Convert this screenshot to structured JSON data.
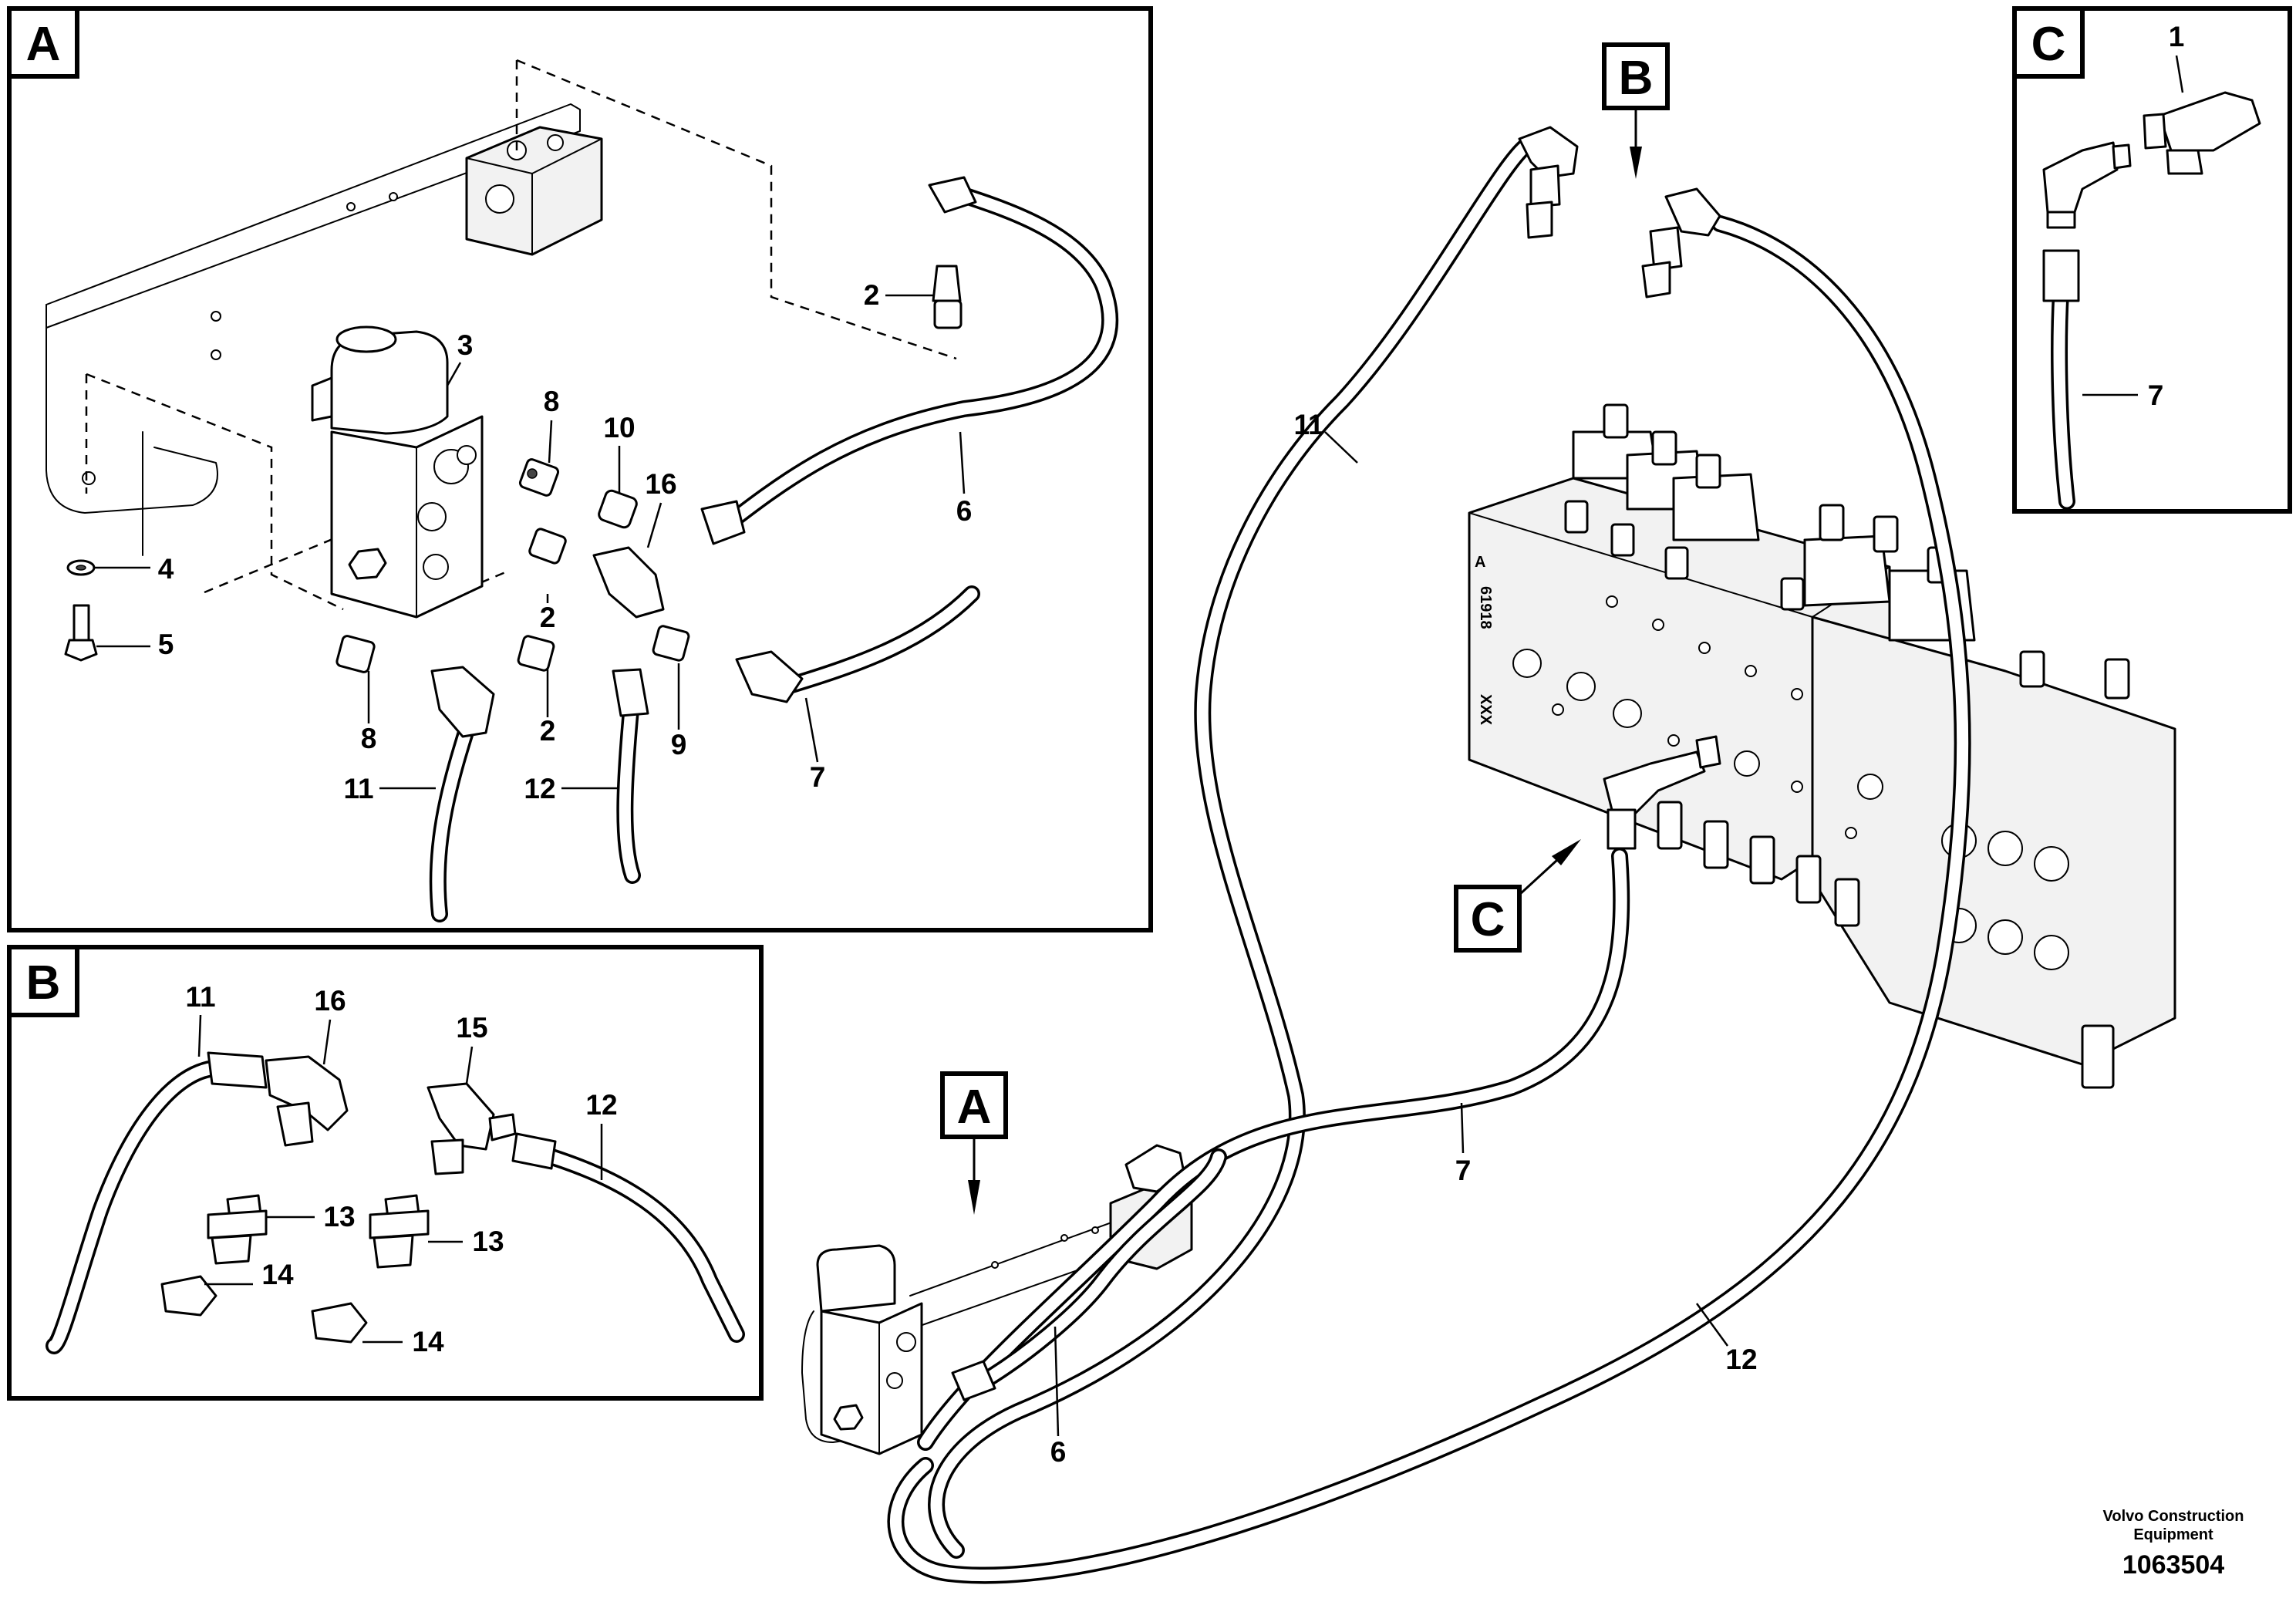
{
  "view_labels": {
    "a": "A",
    "b": "B",
    "c": "C"
  },
  "callouts": {
    "n1": "1",
    "n2": "2",
    "n3": "3",
    "n4": "4",
    "n5": "5",
    "n6": "6",
    "n7": "7",
    "n8": "8",
    "n9": "9",
    "n10": "10",
    "n11": "11",
    "n12": "12",
    "n13": "13",
    "n14": "14",
    "n15": "15",
    "n16": "16"
  },
  "part_stamps": {
    "valve_id_a": "61918",
    "valve_id_b": "XXX",
    "valve_tag": "A"
  },
  "credit": {
    "line1": "Volvo Construction",
    "line2": "Equipment",
    "doc_number": "1063504"
  }
}
